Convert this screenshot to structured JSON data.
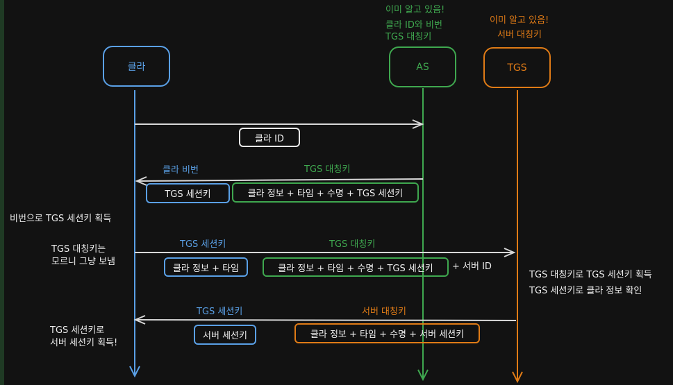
{
  "colors": {
    "background": "#121212",
    "client": "#5aa0e6",
    "as": "#3fa84f",
    "tgs": "#e07b16",
    "message_line": "#d8d8d8",
    "box_white": "#e8e8e8"
  },
  "actors": {
    "client": "클라",
    "as": "AS",
    "tgs": "TGS"
  },
  "notes": {
    "as_line1": "이미 알고 있음!",
    "as_line2": "클라 ID와 비번",
    "as_line3": "TGS 대칭키",
    "tgs_line1": "이미 알고 있음!",
    "tgs_line2": "서버 대칭키"
  },
  "messages": {
    "m1": {
      "box": "클라 ID"
    },
    "m2": {
      "label_client": "클라 비번",
      "label_as": "TGS 대칭키",
      "box_client": "TGS 세션키",
      "box_as": "클라 정보 + 타임 + 수명 + TGS 세션키"
    },
    "m3": {
      "label_client": "TGS 세션키",
      "label_as": "TGS 대칭키",
      "box_client": "클라 정보 + 타임",
      "box_as": "클라 정보 + 타임 + 수명 + TGS 세션키",
      "suffix": "+ 서버 ID"
    },
    "m4": {
      "label_client": "TGS 세션키",
      "label_tgs": "서버 대칭키",
      "box_client": "서버 세션키",
      "box_tgs": "클라 정보 + 타임 + 수명 + 서버 세션키"
    }
  },
  "annotations": {
    "client_get_tgs_key": "비번으로 TGS 세션키 획득",
    "client_unknown_1": "TGS 대칭키는",
    "client_unknown_2": "모르니 그냥 보냄",
    "tgs_get_1": "TGS 대칭키로 TGS 세션키 획득",
    "tgs_get_2": "TGS 세션키로 클라 정보 확인",
    "client_get_server_1": "TGS 세션키로",
    "client_get_server_2": "서버 세션키 획득!"
  }
}
